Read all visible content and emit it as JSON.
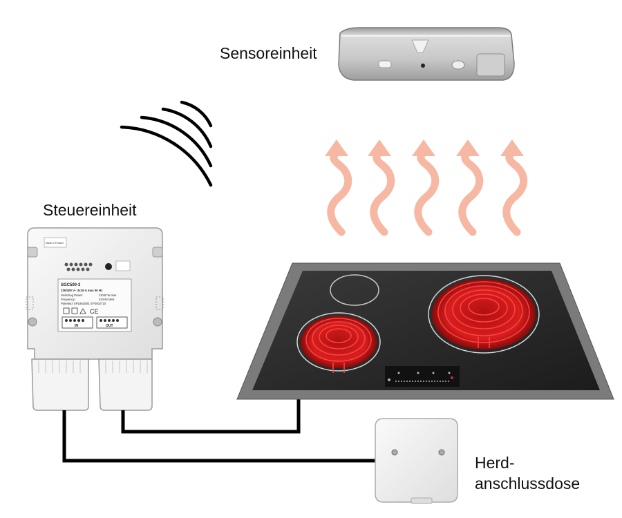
{
  "labels": {
    "sensor_unit": "Sensoreinheit",
    "control_unit": "Steuereinheit",
    "outlet_line1": "Herd-",
    "outlet_line2": "anschlussdose"
  },
  "device_label": {
    "made_in": "Made in Finland",
    "model": "SGC500-3",
    "voltage": "230/400 V~  3x16 A max 50 Hz",
    "switching_power_label": "Switching Power:",
    "switching_power_value": "11040 W max",
    "frequency_label": "Frequency:",
    "frequency_value": "433.92 MHz",
    "patents": "Patented: EP1861830, EP2502710",
    "terminal_in": "IN",
    "terminal_out": "OUT",
    "ce_mark": "CE"
  },
  "colors": {
    "heat_arrow": "#f6b8a3",
    "hob_frame": "#7b7b7b",
    "hob_glass": "#2a2a2a",
    "burner_red": "#d81e1e",
    "cable": "#000000",
    "device_body": "#ececec"
  },
  "icons": {
    "wireless_signal": "wireless-signal-icon",
    "heat": "heat-arrow-icon"
  }
}
